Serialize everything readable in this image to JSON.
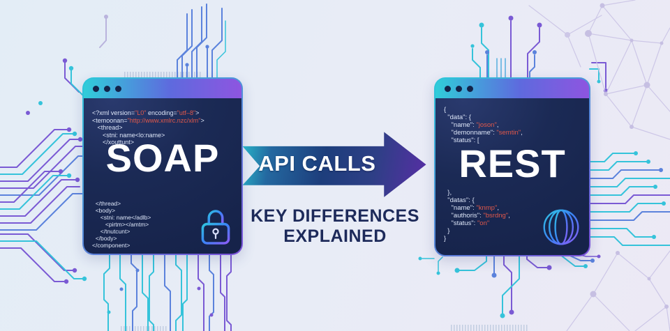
{
  "soap_window": {
    "label": "SOAP",
    "icon": "padlock",
    "code_above": [
      [
        {
          "t": "<?xml version=",
          "c": "p"
        },
        {
          "t": "\"L0\"",
          "c": "v"
        },
        {
          "t": " encoding=",
          "c": "p"
        },
        {
          "t": "\"utf–8\"",
          "c": "v"
        },
        {
          "t": ">",
          "c": "p"
        }
      ],
      [
        {
          "t": "<temoonan=",
          "c": "p"
        },
        {
          "t": "\"http://www.xmlrc.nzc/xlm\"",
          "c": "v"
        },
        {
          "t": ">",
          "c": "p"
        }
      ],
      [
        {
          "t": "   <thread>",
          "c": "p"
        }
      ],
      [
        {
          "t": "      <stni: name<lo:name>",
          "c": "p"
        }
      ],
      [
        {
          "t": "      </xouttunt>",
          "c": "p"
        }
      ]
    ],
    "code_below": [
      [
        {
          "t": "  </thread>",
          "c": "p"
        }
      ],
      [
        {
          "t": "  <body>",
          "c": "p"
        }
      ],
      [
        {
          "t": "     <stni: name</adlb>",
          "c": "p"
        }
      ],
      [
        {
          "t": "        <pirtm></amtm>",
          "c": "p"
        }
      ],
      [
        {
          "t": "     </tnutcunt>",
          "c": "p"
        }
      ],
      [
        {
          "t": "  </body>",
          "c": "p"
        }
      ],
      [
        {
          "t": "</component>",
          "c": "p"
        }
      ]
    ]
  },
  "rest_window": {
    "label": "REST",
    "icon": "globe",
    "code_above": [
      [
        {
          "t": "{",
          "c": "p"
        }
      ],
      [
        {
          "t": "  \"data\": {",
          "c": "p"
        }
      ],
      [
        {
          "t": "    \"name\": ",
          "c": "p"
        },
        {
          "t": "\"joson\"",
          "c": "v"
        },
        {
          "t": ",",
          "c": "p"
        }
      ],
      [
        {
          "t": "    \"demonname\": ",
          "c": "p"
        },
        {
          "t": "\"semtin\"",
          "c": "v"
        },
        {
          "t": ",",
          "c": "p"
        }
      ],
      [
        {
          "t": "    \"status\": [",
          "c": "p"
        }
      ]
    ],
    "code_below": [
      [
        {
          "t": "  },",
          "c": "p"
        }
      ],
      [
        {
          "t": "  \"datas\": {",
          "c": "p"
        }
      ],
      [
        {
          "t": "    \"name\": ",
          "c": "p"
        },
        {
          "t": "\"knmp\"",
          "c": "v"
        },
        {
          "t": ",",
          "c": "p"
        }
      ],
      [
        {
          "t": "    \"authoris\": ",
          "c": "p"
        },
        {
          "t": "\"bsrdng\"",
          "c": "v"
        },
        {
          "t": ",",
          "c": "p"
        }
      ],
      [
        {
          "t": "    \"status\": ",
          "c": "p"
        },
        {
          "t": "\"on\"",
          "c": "v"
        }
      ],
      [
        {
          "t": "  }",
          "c": "p"
        }
      ],
      [
        {
          "t": "}",
          "c": "p"
        }
      ]
    ]
  },
  "arrow": {
    "label": "API CALLS"
  },
  "caption": {
    "line1": "KEY DIFFERENCES",
    "line2": "EXPLAINED"
  },
  "colors": {
    "titlebar_from": "#30cdd9",
    "titlebar_mid": "#5e6ade",
    "titlebar_to": "#8e55e0",
    "window_body": "#1b2a55",
    "code_plain": "#dde6f8",
    "code_value": "#e0584a",
    "arrow_from": "#29c7d2",
    "arrow_mid": "#1d3e7c",
    "arrow_to": "#5c2ca8",
    "caption_text": "#1d2a5a",
    "trace_teal": "#35c3da",
    "trace_purple": "#7a5ad4",
    "trace_blue": "#5b82dc",
    "mesh_lavender": "#cdc7e7",
    "icon_gradient_from": "#2fc4e0",
    "icon_gradient_to": "#8b5cf6"
  }
}
